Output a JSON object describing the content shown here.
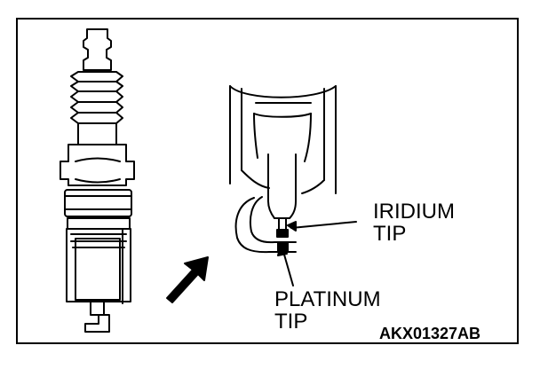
{
  "labels": {
    "iridium_line1": "IRIDIUM",
    "iridium_line2": "TIP",
    "platinum_line1": "PLATINUM",
    "platinum_line2": "TIP",
    "figure_code": "AKX01327AB"
  },
  "colors": {
    "ink": "#000000",
    "paper": "#ffffff"
  }
}
